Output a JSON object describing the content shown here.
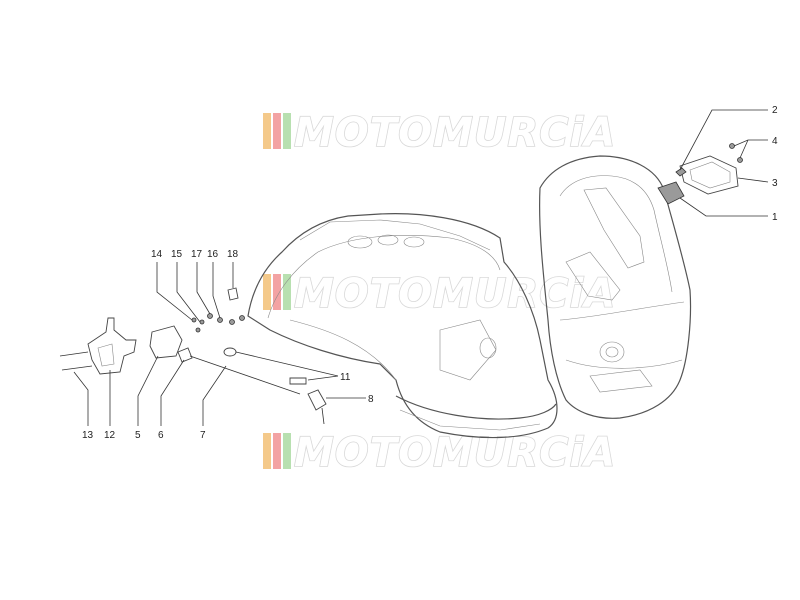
{
  "watermark": {
    "text": "MOTOMURCiA",
    "stripe_colors": [
      "#f4c98a",
      "#f3a3a3",
      "#b8e0b0"
    ]
  },
  "callouts": [
    {
      "id": "1",
      "label": "1"
    },
    {
      "id": "2",
      "label": "2"
    },
    {
      "id": "3",
      "label": "3"
    },
    {
      "id": "4",
      "label": "4"
    },
    {
      "id": "5",
      "label": "5"
    },
    {
      "id": "6",
      "label": "6"
    },
    {
      "id": "7",
      "label": "7"
    },
    {
      "id": "8",
      "label": "8"
    },
    {
      "id": "11",
      "label": "11"
    },
    {
      "id": "12",
      "label": "12"
    },
    {
      "id": "13",
      "label": "13"
    },
    {
      "id": "14",
      "label": "14"
    },
    {
      "id": "15",
      "label": "15"
    },
    {
      "id": "16",
      "label": "16"
    },
    {
      "id": "17",
      "label": "17"
    },
    {
      "id": "18",
      "label": "18"
    }
  ]
}
